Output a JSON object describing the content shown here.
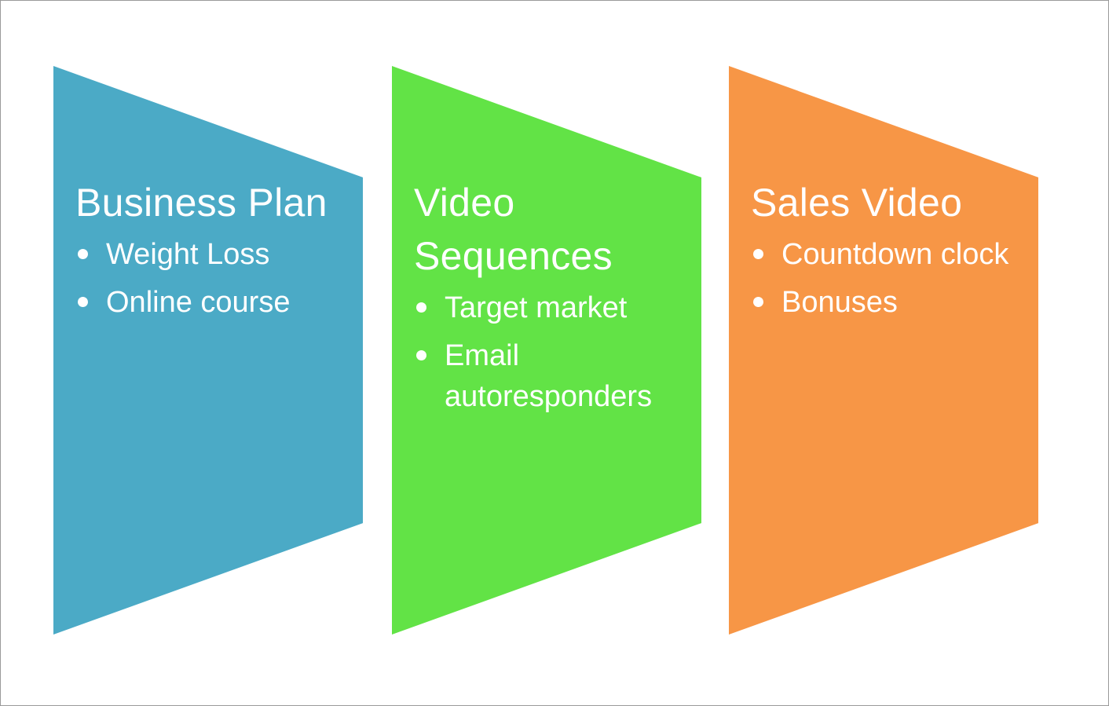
{
  "panels": [
    {
      "title": "Business Plan",
      "color": "#4BAAC6",
      "bullets": [
        "Weight Loss",
        "Online course"
      ]
    },
    {
      "title": "Video Sequences",
      "color": "#62E346",
      "bullets": [
        "Target market",
        "Email autoresponders"
      ]
    },
    {
      "title": "Sales Video",
      "color": "#F79646",
      "bullets": [
        "Countdown clock",
        "Bonuses"
      ]
    }
  ]
}
